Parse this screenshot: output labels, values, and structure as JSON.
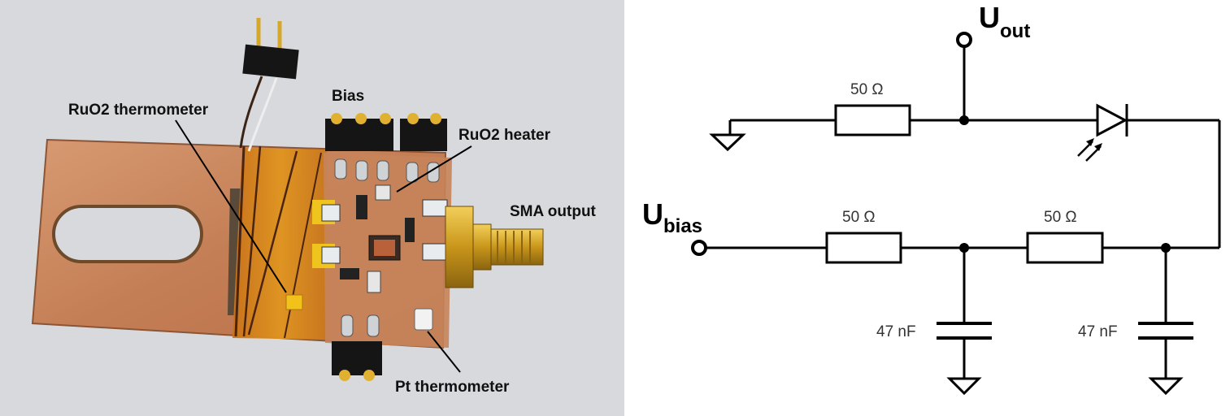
{
  "photo": {
    "labels": {
      "ruo2_thermometer": "RuO2 thermometer",
      "bias": "Bias",
      "ruo2_heater": "RuO2 heater",
      "sma_output": "SMA output",
      "pt_thermometer": "Pt thermometer"
    }
  },
  "schematic": {
    "u_out": {
      "main": "U",
      "sub": "out"
    },
    "u_bias": {
      "main": "U",
      "sub": "bias"
    },
    "r_top": "50 Ω",
    "r_bottom_left": "50 Ω",
    "r_bottom_right": "50 Ω",
    "c_left": "47 nF",
    "c_right": "47 nF"
  },
  "colors": {
    "copper": "#c9825a",
    "kapton": "#d98a1c",
    "gold": "#d4a017",
    "background": "#d8d9dd"
  }
}
